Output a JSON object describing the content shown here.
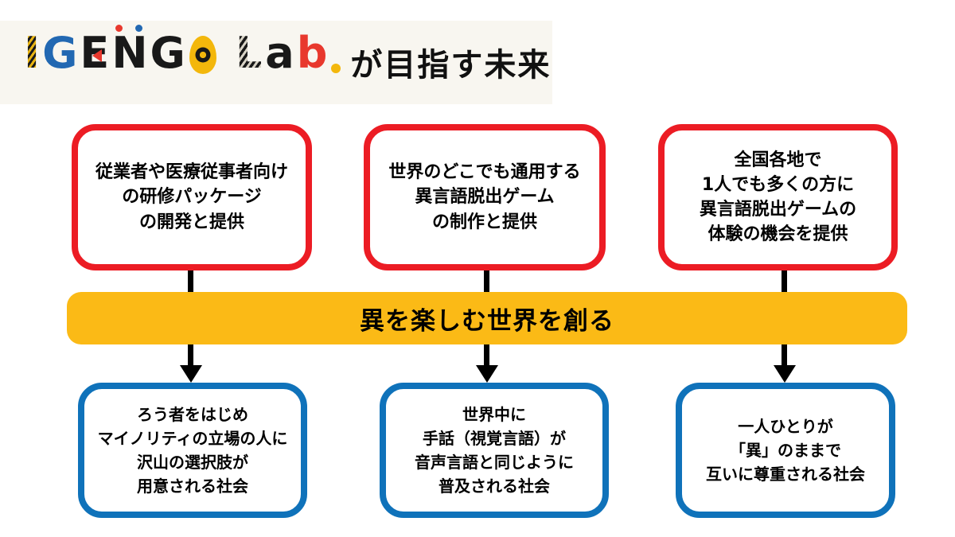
{
  "header": {
    "logo_text": "IGENGO Lab.",
    "logo_letters": [
      {
        "char": "I",
        "style": "yellow-black-stripes"
      },
      {
        "char": "G",
        "style": "blue"
      },
      {
        "char": "E",
        "style": "black-with-red-triangle"
      },
      {
        "char": "N",
        "style": "black-with-red-and-blue-dots"
      },
      {
        "char": "G",
        "style": "black"
      },
      {
        "char": "O",
        "style": "yellow-eye-shape"
      },
      {
        "char": "L",
        "style": "black-white-stripes"
      },
      {
        "char": "a",
        "style": "black"
      },
      {
        "char": "b",
        "style": "red"
      },
      {
        "char": ".",
        "style": "yellow-dot"
      }
    ],
    "title_suffix": "が目指す未来"
  },
  "top_boxes": [
    {
      "lines": [
        "従業者や医療従事者向け",
        "の研修パッケージ",
        "の開発と提供"
      ]
    },
    {
      "lines": [
        "世界のどこでも通用する",
        "異言語脱出ゲーム",
        "の制作と提供"
      ]
    },
    {
      "lines": [
        "全国各地で",
        "1人でも多くの方に",
        "異言語脱出ゲームの",
        "体験の機会を提供"
      ]
    }
  ],
  "banner": {
    "label": "異を楽しむ世界を創る"
  },
  "bottom_boxes": [
    {
      "lines": [
        "ろう者をはじめ",
        "マイノリティの立場の人に",
        "沢山の選択肢が",
        "用意される社会"
      ]
    },
    {
      "lines": [
        "世界中に",
        "手話（視覚言語）が",
        "音声言語と同じように",
        "普及される社会"
      ]
    },
    {
      "lines": [
        "一人ひとりが",
        "「異」のままで",
        "互いに尊重される社会"
      ]
    }
  ],
  "colors": {
    "top_box_border": "#EC1C24",
    "bottom_box_border": "#0F72BA",
    "banner_bg": "#FBBA16",
    "header_bg": "#F8F6F0",
    "arrow": "#000000",
    "logo_blue": "#2268B2",
    "logo_red": "#E8382D",
    "logo_yellow": "#F3B70C",
    "logo_black": "#191919"
  }
}
